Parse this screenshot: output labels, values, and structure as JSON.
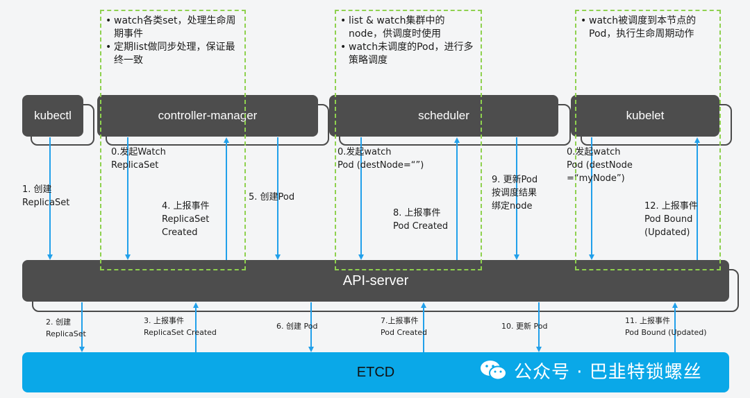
{
  "components": {
    "kubectl": "kubectl",
    "controller_manager": "controller-manager",
    "scheduler": "scheduler",
    "kubelet": "kubelet",
    "api_server": "API-server",
    "etcd": "ETCD"
  },
  "notes": {
    "controller": [
      "watch各类set，处理生命周期事件",
      "定期list做同步处理，保证最终一致"
    ],
    "scheduler": [
      "list & watch集群中的node，供调度时使用",
      "watch未调度的Pod，进行多策略调度"
    ],
    "kubelet": [
      "watch被调度到本节点的Pod，执行生命周期动作"
    ]
  },
  "labels": {
    "l0_cm": [
      "0.发起Watch",
      "ReplicaSet"
    ],
    "l1": [
      "1. 创建",
      "ReplicaSet"
    ],
    "l4": [
      "4. 上报事件",
      "ReplicaSet",
      "Created"
    ],
    "l5": [
      "5. 创建Pod"
    ],
    "l0_sch": [
      "0.发起watch",
      "Pod (destNode=“”)"
    ],
    "l8": [
      "8. 上报事件",
      "Pod Created"
    ],
    "l9": [
      "9. 更新Pod",
      "按调度结果",
      "绑定node"
    ],
    "l0_kub": [
      "0.发起watch",
      "Pod (destNode",
      "=“myNode”)"
    ],
    "l12": [
      "12. 上报事件",
      "Pod Bound",
      "(Updated)"
    ],
    "l2": [
      "2. 创建",
      "ReplicaSet"
    ],
    "l3": [
      "3. 上报事件",
      "ReplicaSet Created"
    ],
    "l6": [
      "6. 创建 Pod"
    ],
    "l7": [
      "7.上报事件",
      "Pod Created"
    ],
    "l10": [
      "10. 更新 Pod"
    ],
    "l11": [
      "11. 上报事件",
      "Pod Bound (Updated)"
    ]
  },
  "watermark": "公众号 · 巴韭特锁螺丝",
  "colors": {
    "box": "#4d4d4d",
    "arrow": "#21a0ea",
    "dashed": "#8fd14f",
    "etcd": "#0aa8e8"
  }
}
